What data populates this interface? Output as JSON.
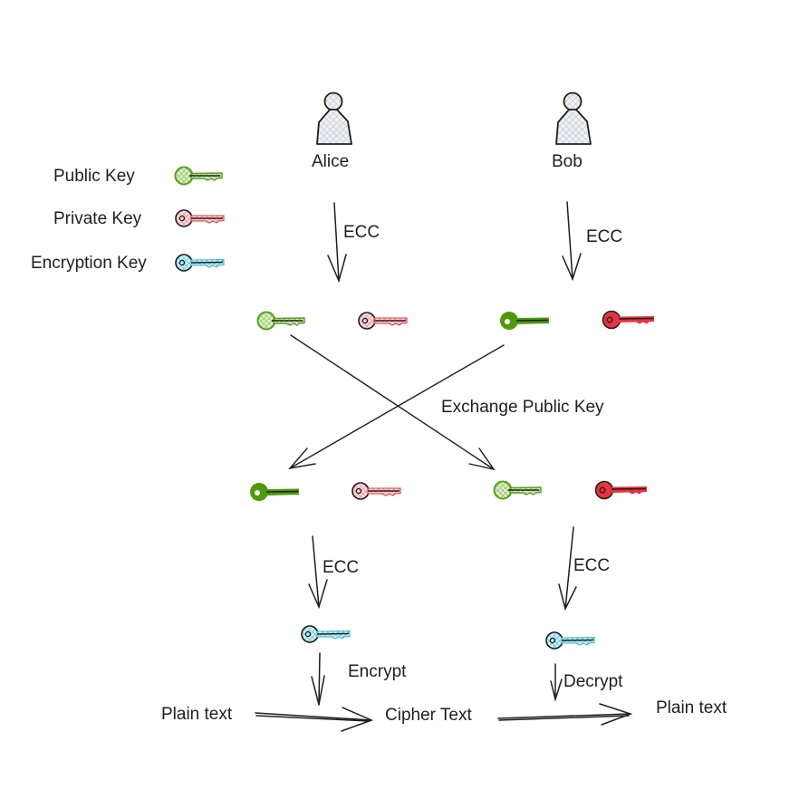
{
  "legend": {
    "public_key": "Public Key",
    "private_key": "Private Key",
    "encryption_key": "Encryption Key"
  },
  "actors": {
    "alice": "Alice",
    "bob": "Bob"
  },
  "labels": {
    "ecc_alice_gen": "ECC",
    "ecc_bob_gen": "ECC",
    "exchange": "Exchange Public Key",
    "ecc_alice_derive": "ECC",
    "ecc_bob_derive": "ECC",
    "encrypt": "Encrypt",
    "decrypt": "Decrypt",
    "plain_text_in": "Plain text",
    "cipher_text": "Cipher Text",
    "plain_text_out": "Plain text"
  },
  "colors": {
    "public_key": "#5a9e1c",
    "public_key_light": "#7cc242",
    "private_key": "#e8343c",
    "private_key_light": "#f4a0a6",
    "encryption_key": "#3cbcd0",
    "person_fill": "#dfe3e8",
    "stroke": "#1e1e1e"
  }
}
